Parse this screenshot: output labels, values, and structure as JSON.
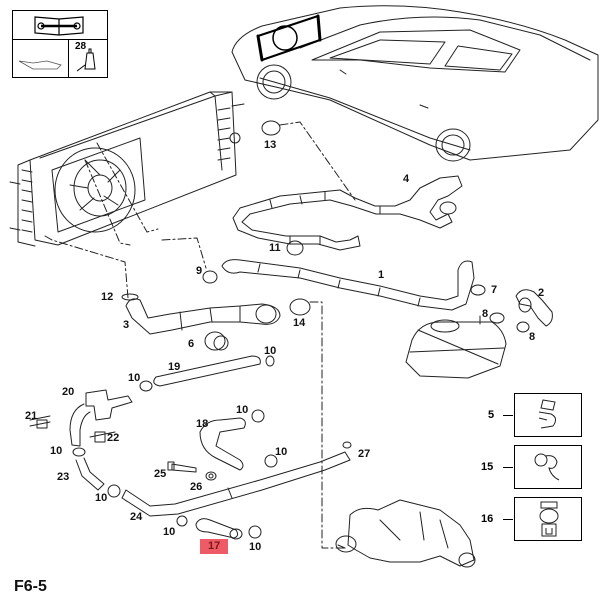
{
  "figure": {
    "code": "F6-5",
    "highlight_color": "#ee5a66"
  },
  "tool_box": {
    "icons": [
      "manual-book-wrench-icon",
      "oil-can-icon",
      "sealant-bottle-icon"
    ],
    "sealant_ref": "28"
  },
  "callouts": [
    {
      "id": "1",
      "text": "1"
    },
    {
      "id": "2",
      "text": "2"
    },
    {
      "id": "3",
      "text": "3"
    },
    {
      "id": "4",
      "text": "4"
    },
    {
      "id": "6",
      "text": "6"
    },
    {
      "id": "7",
      "text": "7"
    },
    {
      "id": "8a",
      "text": "8"
    },
    {
      "id": "8b",
      "text": "8"
    },
    {
      "id": "9",
      "text": "9"
    },
    {
      "id": "10a",
      "text": "10"
    },
    {
      "id": "10b",
      "text": "10"
    },
    {
      "id": "10c",
      "text": "10"
    },
    {
      "id": "10d",
      "text": "10"
    },
    {
      "id": "10e",
      "text": "10"
    },
    {
      "id": "10f",
      "text": "10"
    },
    {
      "id": "10g",
      "text": "10"
    },
    {
      "id": "10h",
      "text": "10"
    },
    {
      "id": "10i",
      "text": "10"
    },
    {
      "id": "11",
      "text": "11"
    },
    {
      "id": "12",
      "text": "12"
    },
    {
      "id": "13",
      "text": "13"
    },
    {
      "id": "14",
      "text": "14"
    },
    {
      "id": "17",
      "text": "17",
      "highlighted": true
    },
    {
      "id": "18",
      "text": "18"
    },
    {
      "id": "19",
      "text": "19"
    },
    {
      "id": "20",
      "text": "20"
    },
    {
      "id": "21",
      "text": "21"
    },
    {
      "id": "22",
      "text": "22"
    },
    {
      "id": "23",
      "text": "23"
    },
    {
      "id": "24",
      "text": "24"
    },
    {
      "id": "25",
      "text": "25"
    },
    {
      "id": "26",
      "text": "26"
    },
    {
      "id": "27",
      "text": "27"
    }
  ],
  "insets": [
    {
      "ref": "5",
      "icon": "band-clamp-icon"
    },
    {
      "ref": "15",
      "icon": "spring-clamp-icon"
    },
    {
      "ref": "16",
      "icon": "quick-connector-icon"
    }
  ]
}
